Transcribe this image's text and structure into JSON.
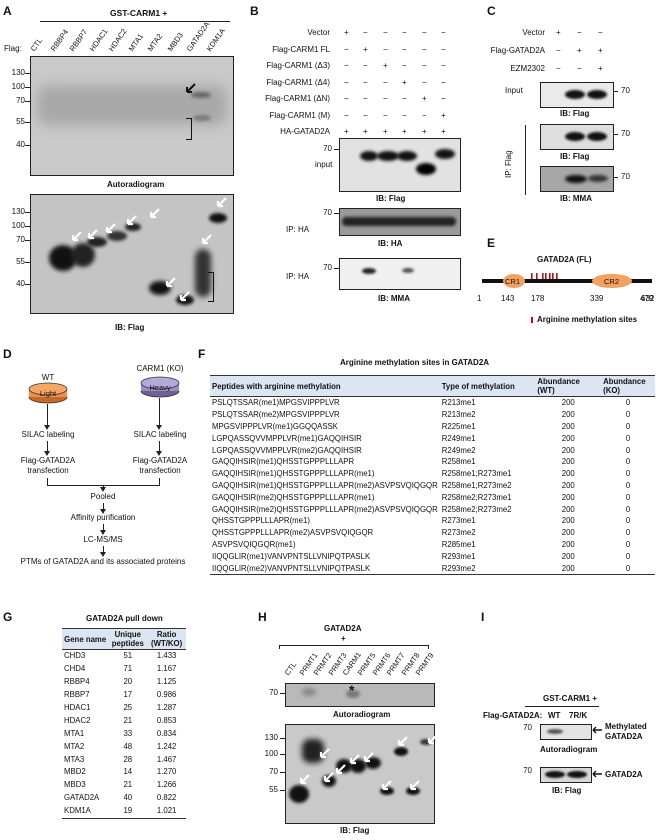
{
  "panelA": {
    "letter": "A",
    "header": "GST-CARM1 +",
    "flag_label": "Flag:",
    "lanes": [
      "CTL",
      "RBBP4",
      "RBBP7",
      "HDAC1",
      "HDAC2",
      "MTA1",
      "MTA2",
      "MBD3",
      "GATAD2A",
      "KDM1A"
    ],
    "top_mw": [
      "130",
      "100",
      "70",
      "55",
      "40"
    ],
    "top_caption": "Autoradiogram",
    "bottom_mw": [
      "130",
      "100",
      "70",
      "55",
      "40"
    ],
    "bottom_caption": "IB: Flag"
  },
  "panelB": {
    "letter": "B",
    "rows": [
      "Vector",
      "Flag-CARM1 FL",
      "Flag-CARM1 (Δ3)",
      "Flag-CARM1 (Δ4)",
      "Flag-CARM1 (ΔN)",
      "Flag-CARM1 (M)",
      "HA-GATAD2A"
    ],
    "signs": [
      [
        "+",
        "−",
        "−",
        "−",
        "−",
        "−"
      ],
      [
        "−",
        "+",
        "−",
        "−",
        "−",
        "−"
      ],
      [
        "−",
        "−",
        "+",
        "−",
        "−",
        "−"
      ],
      [
        "−",
        "−",
        "−",
        "+",
        "−",
        "−"
      ],
      [
        "−",
        "−",
        "−",
        "−",
        "+",
        "−"
      ],
      [
        "−",
        "−",
        "−",
        "−",
        "−",
        "+"
      ],
      [
        "+",
        "+",
        "+",
        "+",
        "+",
        "+"
      ]
    ],
    "blot1_left": "input",
    "blot1_mw": "70",
    "blot1_caption": "IB: Flag",
    "blot2_left": "IP: HA",
    "blot2_mw": "70",
    "blot2_caption": "IB: HA",
    "blot3_left": "IP: HA",
    "blot3_mw": "70",
    "blot3_caption": "IB: MMA"
  },
  "panelC": {
    "letter": "C",
    "rows": [
      "Vector",
      "Flag-GATAD2A",
      "EZM2302"
    ],
    "signs": [
      [
        "+",
        "−",
        "−"
      ],
      [
        "−",
        "+",
        "+"
      ],
      [
        "−",
        "−",
        "+"
      ]
    ],
    "input_label": "Input",
    "ip_label": "IP: Flag",
    "mw": [
      "70",
      "70",
      "70"
    ],
    "captions": [
      "IB: Flag",
      "IB: Flag",
      "IB: MMA"
    ]
  },
  "panelD": {
    "letter": "D",
    "wt": "WT",
    "ko": "CARM1 (KO)",
    "light": "Light",
    "heavy": "Heavy",
    "silac": "SILAC labeling",
    "transfection_line1": "Flag-GATAD2A",
    "transfection_line2": "transfection",
    "pooled": "Pooled",
    "affinity": "Affinity purification",
    "lcms": "LC-MS/MS",
    "ptms": "PTMs of GATAD2A and its associated proteins"
  },
  "panelE": {
    "letter": "E",
    "title": "GATAD2A (FL)",
    "cr1": "CR1",
    "cr2": "CR2",
    "positions": [
      "1",
      "143",
      "178",
      "339",
      "479",
      "632"
    ],
    "legend": "Arginine methylation sites"
  },
  "panelF": {
    "letter": "F",
    "title": "Arginine methylation sites in GATAD2A",
    "headers": [
      "Peptides with arginine methylation",
      "Type of methylation",
      "Abundance (WT)",
      "Abundance (KO)"
    ],
    "rows": [
      [
        "PSLQTSSAR(me1)MPGSVIPPPLVR",
        "R213me1",
        "200",
        "0"
      ],
      [
        "PSLQTSSAR(me2)MPGSVIPPPLVR",
        "R213me2",
        "200",
        "0"
      ],
      [
        "MPGSVIPPPLVR(me1)GGQQASSK",
        "R225me1",
        "200",
        "0"
      ],
      [
        "LGPQASSQVVMPPLVR(me1)GAQQIHSIR",
        "R249me1",
        "200",
        "0"
      ],
      [
        "LGPQASSQVVMPPLVR(me2)GAQQIHSIR",
        "R249me2",
        "200",
        "0"
      ],
      [
        "GAQQIHSIR(me1)QHSSTGPPPLLLAPR",
        "R258me1",
        "200",
        "0"
      ],
      [
        "GAQQIHSIR(me1)QHSSTGPPPLLLAPR(me1)",
        "R258me1;R273me1",
        "200",
        "0"
      ],
      [
        "GAQQIHSIR(me1)QHSSTGPPPLLLAPR(me2)ASVPSVQIQGQR",
        "R258me1;R273me2",
        "200",
        "0"
      ],
      [
        "GAQQIHSIR(me2)QHSSTGPPPLLLAPR(me1)",
        "R258me2;R273me1",
        "200",
        "0"
      ],
      [
        "GAQQIHSIR(me2)QHSSTGPPPLLLAPR(me2)ASVPSVQIQGQR",
        "R258me2;R273me2",
        "200",
        "0"
      ],
      [
        "QHSSTGPPPLLLAPR(me1)",
        "R273me1",
        "200",
        "0"
      ],
      [
        "QHSSTGPPPLLLAPR(me2)ASVPSVQIQGQR",
        "R273me2",
        "200",
        "0"
      ],
      [
        "ASVPSVQIQGQR(me1)",
        "R285me1",
        "200",
        "0"
      ],
      [
        "IIQQGLIR(me1)VANVPNTSLLVNIPQTPASLK",
        "R293me1",
        "200",
        "0"
      ],
      [
        "IIQQGLIR(me2)VANVPNTSLLVNIPQTPASLK",
        "R293me2",
        "200",
        "0"
      ]
    ]
  },
  "panelG": {
    "letter": "G",
    "title": "GATAD2A pull down",
    "headers": [
      "Gene name",
      "Unique peptides",
      "Ratio (WT/KO)"
    ],
    "rows": [
      [
        "CHD3",
        "51",
        "1.433"
      ],
      [
        "CHD4",
        "71",
        "1.167"
      ],
      [
        "RBBP4",
        "20",
        "1.125"
      ],
      [
        "RBBP7",
        "17",
        "0.986"
      ],
      [
        "HDAC1",
        "25",
        "1.287"
      ],
      [
        "HDAC2",
        "21",
        "0.853"
      ],
      [
        "MTA1",
        "33",
        "0.834"
      ],
      [
        "MTA2",
        "48",
        "1.242"
      ],
      [
        "MTA3",
        "28",
        "1.467"
      ],
      [
        "MBD2",
        "14",
        "1.270"
      ],
      [
        "MBD3",
        "21",
        "1.266"
      ],
      [
        "GATAD2A",
        "40",
        "0.822"
      ],
      [
        "KDM1A",
        "19",
        "1.021"
      ]
    ]
  },
  "panelH": {
    "letter": "H",
    "header_line1": "GATAD2A",
    "header_line2": "+",
    "lanes": [
      "CTL",
      "PRMT1",
      "PRMT2",
      "PRMT3",
      "CARM1",
      "PRMT5",
      "PRMT6",
      "PRMT7",
      "PRMT8",
      "PRMT9"
    ],
    "top_mw": "70",
    "star": "*",
    "top_caption": "Autoradiogram",
    "bottom_mw": [
      "130",
      "100",
      "70",
      "55"
    ],
    "bottom_caption": "IB: Flag"
  },
  "panelI": {
    "letter": "I",
    "header": "GST-CARM1 +",
    "flag_label": "Flag-GATAD2A:",
    "wt": "WT",
    "mut": "7R/K",
    "mw1": "70",
    "caption1": "Autoradiogram",
    "mw2": "70",
    "caption2": "IB: Flag",
    "methyl_line1": "Methylated",
    "methyl_line2": "GATAD2A",
    "gatad2a": "GATAD2A"
  }
}
